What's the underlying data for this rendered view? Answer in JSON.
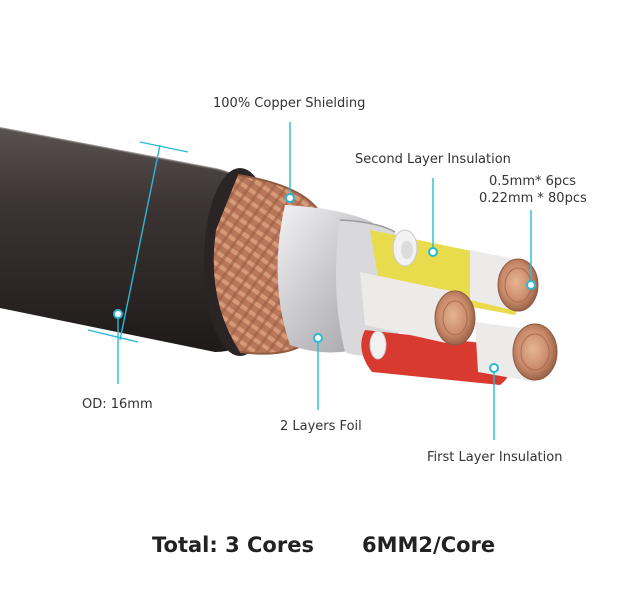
{
  "labels": {
    "copper_shielding": "100% Copper Shielding",
    "second_insulation": "Second Layer Insulation",
    "strand_spec_1": "0.5mm* 6pcs",
    "strand_spec_2": "0.22mm * 80pcs",
    "outer_diameter": "OD:  16mm",
    "foil": "2 Layers Foil",
    "first_insulation": "First Layer Insulation"
  },
  "footer": {
    "cores": "Total: 3 Cores",
    "gauge": "6MM2/Core"
  },
  "colors": {
    "leader": "#2bb8d4",
    "jacket": "#3b3433",
    "copper": "#c98a6a",
    "foil": "#cfcfd2",
    "core_white": "#ecebea",
    "core_yellow": "#e8dc4c",
    "core_red": "#d93a2f"
  }
}
